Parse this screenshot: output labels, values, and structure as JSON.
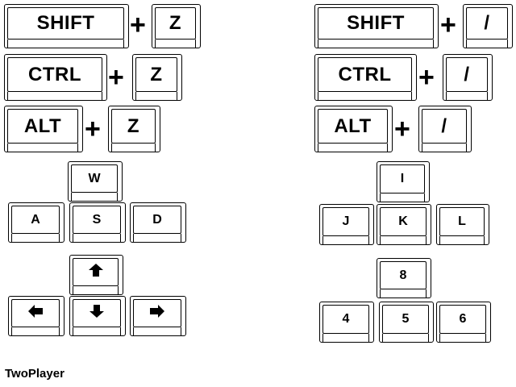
{
  "player1": {
    "combos": [
      {
        "modifier": "SHIFT",
        "plus": "+",
        "key": "Z"
      },
      {
        "modifier": "CTRL",
        "plus": "+",
        "key": "Z"
      },
      {
        "modifier": "ALT",
        "plus": "+",
        "key": "Z"
      }
    ],
    "movement": {
      "up": "W",
      "left": "A",
      "down": "S",
      "right": "D"
    },
    "arrows": {
      "up": "arrow-up-icon",
      "left": "arrow-left-icon",
      "down": "arrow-down-icon",
      "right": "arrow-right-icon"
    }
  },
  "player2": {
    "combos": [
      {
        "modifier": "SHIFT",
        "plus": "+",
        "key": "/"
      },
      {
        "modifier": "CTRL",
        "plus": "+",
        "key": "/"
      },
      {
        "modifier": "ALT",
        "plus": "+",
        "key": "/"
      }
    ],
    "movement": {
      "up": "I",
      "left": "J",
      "down": "K",
      "right": "L"
    },
    "numpad": {
      "up": "8",
      "left": "4",
      "down": "5",
      "right": "6"
    }
  },
  "footer": {
    "label": "TwoPlayer"
  }
}
